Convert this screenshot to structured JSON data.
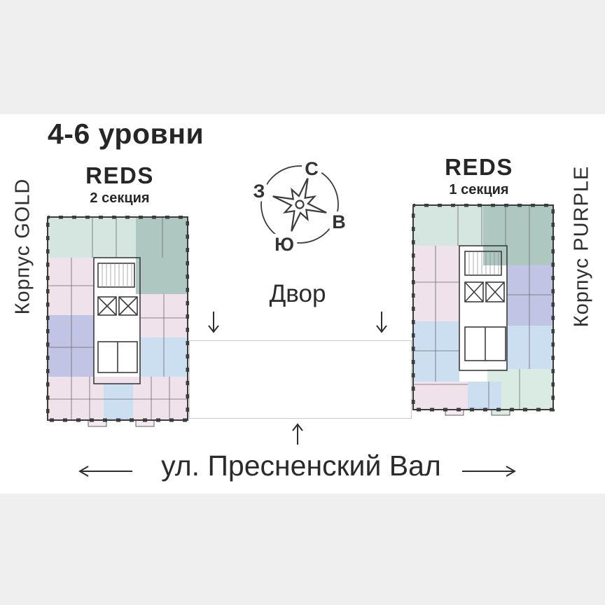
{
  "header": {
    "title": "4-6 уровни"
  },
  "sections": {
    "left": {
      "name": "REDS",
      "subtitle": "2 секция"
    },
    "right": {
      "name": "REDS",
      "subtitle": "1 секция"
    }
  },
  "wings": {
    "left_label": "Корпус GOLD",
    "right_label": "Корпус PURPLE"
  },
  "compass": {
    "north": "С",
    "south": "Ю",
    "west": "З",
    "east": "В"
  },
  "courtyard": {
    "label": "Двор"
  },
  "street": {
    "label": "ул. Пресненский Вал"
  },
  "icons": {
    "compass": "compass-rose",
    "arrow_down": "↓",
    "arrow_up": "↑",
    "arrow_left": "←",
    "arrow_right": "→"
  },
  "plan_colors": {
    "light_teal": "#d5e6e0",
    "sage": "#aec8c1",
    "pink": "#f0e2ea",
    "lavender": "#c1c4e4",
    "light_blue": "#cbdff1",
    "mint": "#d9ebe3",
    "balcony": "#f3e9ef",
    "wall": "#3c3c3c",
    "floor_white": "#ffffff",
    "background_band": "#efefef",
    "courtyard_border": "#c9c9c9"
  }
}
